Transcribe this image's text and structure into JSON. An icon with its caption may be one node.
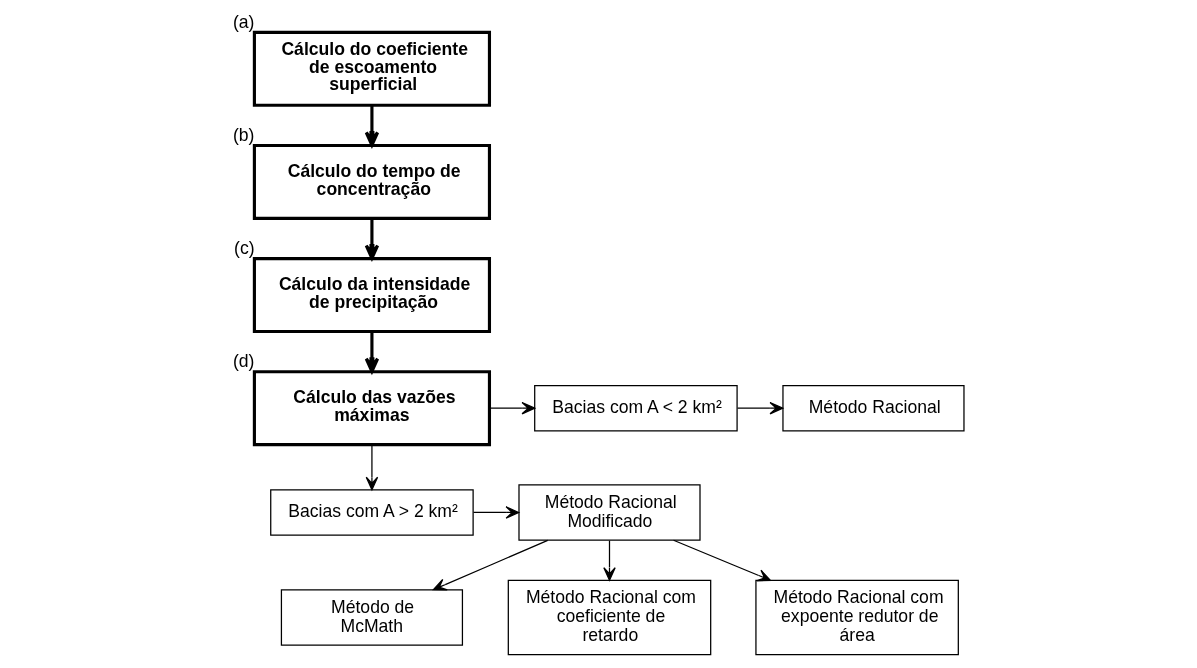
{
  "diagram": {
    "nodes": [
      {
        "text": [
          "Cálculo do coeficiente de escoamento superficial"
        ],
        "beside": [
          "(a)"
        ]
      },
      {
        "text": [
          "Cálculo do tempo de concentração"
        ],
        "beside": [
          "(b)"
        ]
      },
      {
        "text": [
          "Cálculo da intensidade de precipitação"
        ],
        "beside": [
          "(c)"
        ]
      },
      {
        "text": [
          "Cálculo das vazões máximas"
        ],
        "beside": [
          "(d)"
        ]
      },
      {
        "text": [
          "Bacias com A < 2 km²"
        ]
      },
      {
        "text": [
          "Método Racional"
        ]
      },
      {
        "text": [
          "Bacias com A > 2 km²"
        ]
      },
      {
        "text": [
          "Método Racional Modificado"
        ]
      },
      {
        "text": [
          "Método de McMath"
        ]
      },
      {
        "text": [
          "Método Racional com coeficiente de retardo"
        ]
      },
      {
        "text": [
          "Método Racional com expoente redutor de área"
        ]
      }
    ],
    "edges": [
      {
        "from": 0,
        "to": 1,
        "arrow": "to",
        "style": "thick"
      },
      {
        "from": 1,
        "to": 2,
        "arrow": "to",
        "style": "thick"
      },
      {
        "from": 2,
        "to": 3,
        "arrow": "to",
        "style": "thick"
      },
      {
        "from": 3,
        "to": 4,
        "arrow": "to"
      },
      {
        "from": 4,
        "to": 5,
        "arrow": "to"
      },
      {
        "from": 3,
        "to": 6,
        "arrow": "to"
      },
      {
        "from": 6,
        "to": 7,
        "arrow": "to"
      },
      {
        "from": 7,
        "to": 8,
        "arrow": "to"
      },
      {
        "from": 7,
        "to": 9,
        "arrow": "to"
      },
      {
        "from": 7,
        "to": 10,
        "arrow": "to"
      }
    ]
  }
}
